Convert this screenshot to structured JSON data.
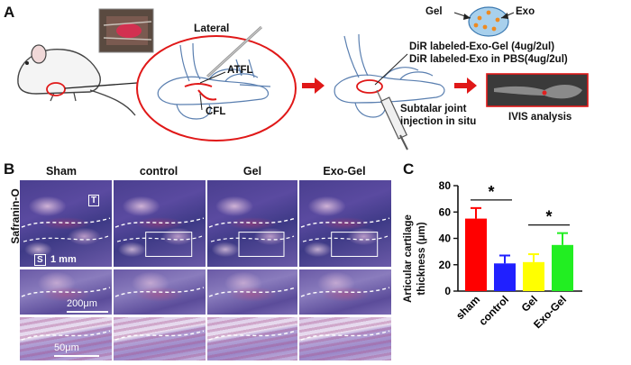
{
  "panels": {
    "a": "A",
    "b": "B",
    "c": "C"
  },
  "panel_a": {
    "lateral": "Lateral",
    "atfl": "ATFL",
    "cfl": "CFL",
    "gel": "Gel",
    "exo": "Exo",
    "dir_exo_gel": "DiR labeled-Exo-Gel (4ug/2ul)",
    "dir_exo_pbs": "DiR labeled-Exo in PBS(4ug/2ul)",
    "injection_line1": "Subtalar joint",
    "injection_line2": "injection in situ",
    "ivis": "IVIS analysis"
  },
  "panel_b": {
    "stain": "Safranin-O",
    "columns": [
      "Sham",
      "control",
      "Gel",
      "Exo-Gel"
    ],
    "marker_t": "T",
    "marker_s": "S",
    "scale_row1": "1 mm",
    "scale_row2": "200μm",
    "scale_row3": "50μm"
  },
  "chart_data": {
    "type": "bar",
    "categories": [
      "sham",
      "control",
      "Gel",
      "Exo-Gel"
    ],
    "values": [
      55,
      21,
      22,
      35
    ],
    "errors": [
      8,
      6,
      6,
      9
    ],
    "colors": [
      "#ff0000",
      "#2020ff",
      "#ffff00",
      "#22ee22"
    ],
    "ylabel_line1": "Articular cartilage",
    "ylabel_line2": "thickness (μm)",
    "ylim": [
      0,
      80
    ],
    "yticks": [
      0,
      20,
      40,
      60,
      80
    ],
    "significance": [
      {
        "from": 0,
        "to": 1,
        "label": "*"
      },
      {
        "from": 2,
        "to": 3,
        "label": "*"
      }
    ]
  }
}
